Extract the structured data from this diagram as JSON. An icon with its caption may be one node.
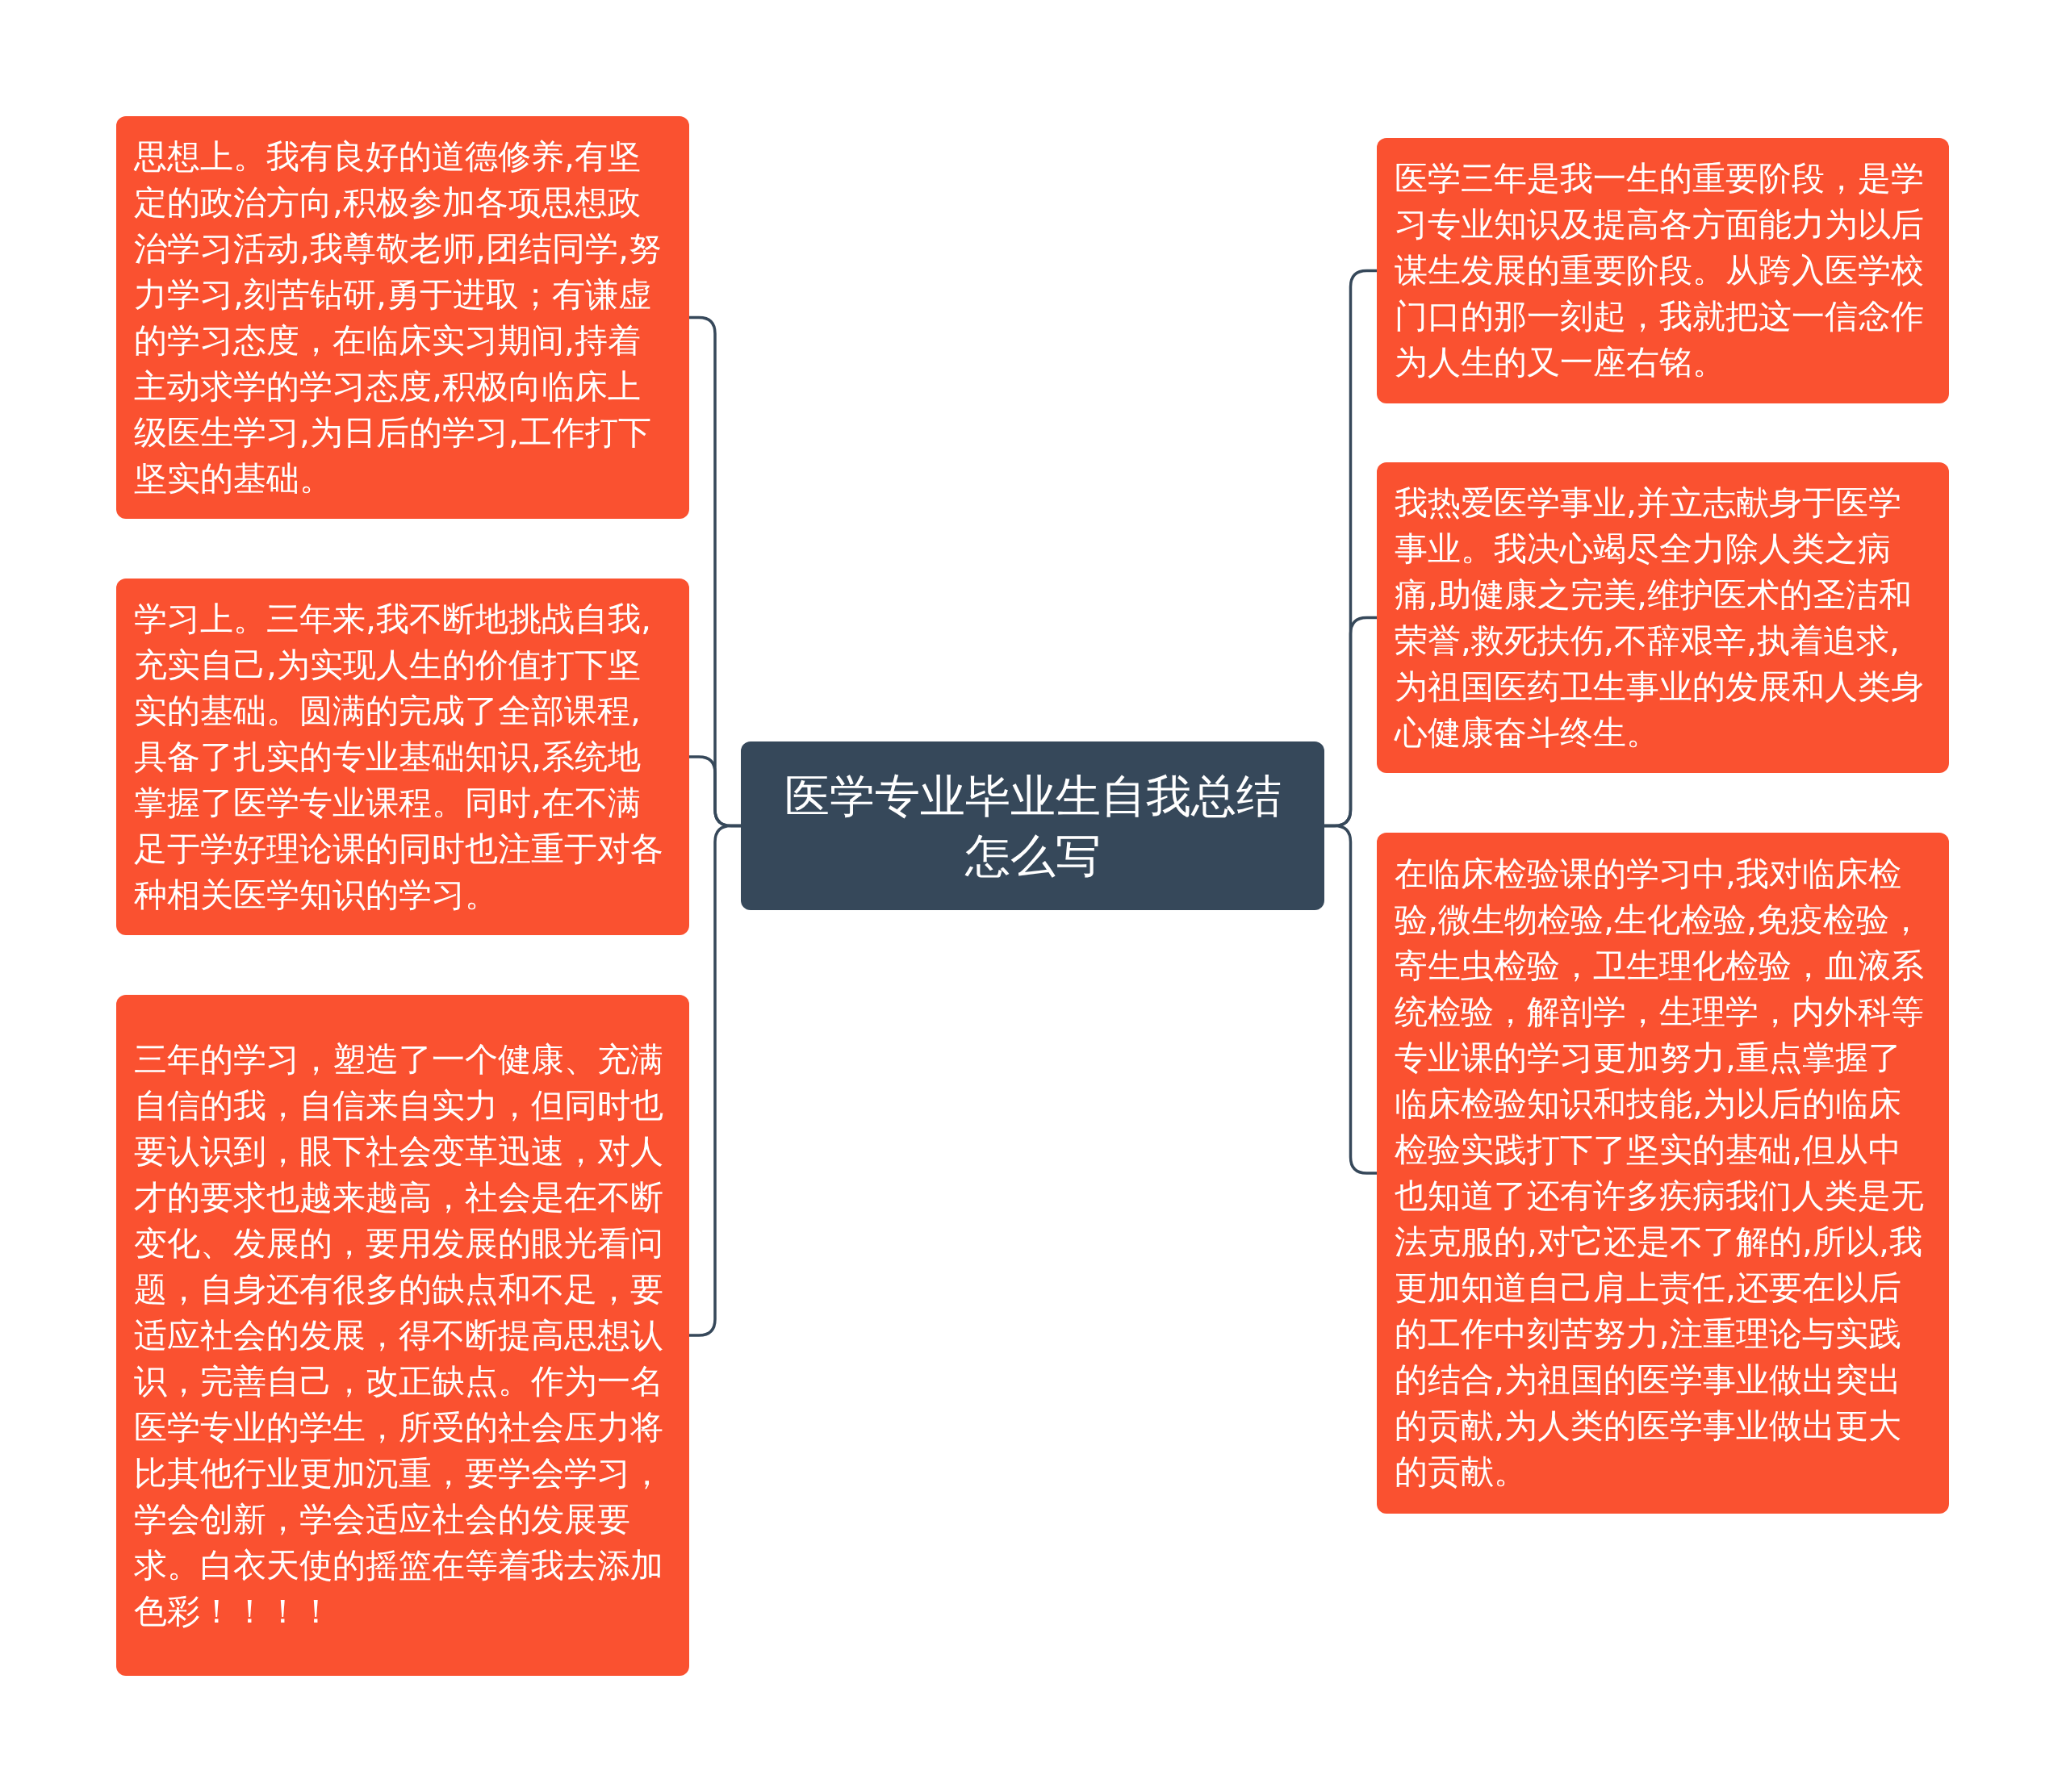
{
  "diagram": {
    "nodes": [
      {
        "text": [
          "医学专业毕业生自我总结怎么写"
        ]
      },
      {
        "text": [
          "思想上。我有良好的道德修养,有坚定的政治方向,积极参加各项思想政治学习活动,我尊敬老师,团结同学,努力学习,刻苦钻研,勇于进取；有谦虚的学习态度，在临床实习期间,持着主动求学的学习态度,积极向临床上级医生学习,为日后的学习,工作打下坚实的基础。"
        ]
      },
      {
        "text": [
          "学习上。三年来,我不断地挑战自我,充实自己,为实现人生的价值打下坚实的基础。圆满的完成了全部课程,具备了扎实的专业基础知识,系统地掌握了医学专业课程。同时,在不满足于学好理论课的同时也注重于对各种相关医学知识的学习。"
        ]
      },
      {
        "text": [
          "三年的学习，塑造了一个健康、充满自信的我，自信来自实力，但同时也要认识到，眼下社会变革迅速，对人才的要求也越来越高，社会是在不断变化、发展的，要用发展的眼光看问题，自身还有很多的缺点和不足，要适应社会的发展，得不断提高思想认识，完善自己，改正缺点。作为一名医学专业的学生，所受的社会压力将比其他行业更加沉重，要学会学习，学会创新，学会适应社会的发展要求。白衣天使的摇篮在等着我去添加色彩！！！！"
        ]
      },
      {
        "text": [
          "医学三年是我一生的重要阶段，是学习专业知识及提高各方面能力为以后谋生发展的重要阶段。从跨入医学校门口的那一刻起，我就把这一信念作为人生的又一座右铭。"
        ]
      },
      {
        "text": [
          "我热爱医学事业,并立志献身于医学事业。我决心竭尽全力除人类之病痛,助健康之完美,维护医术的圣洁和荣誉,救死扶伤,不辞艰辛,执着追求,为祖国医药卫生事业的发展和人类身心健康奋斗终生。"
        ]
      },
      {
        "text": [
          "在临床检验课的学习中,我对临床检验,微生物检验,生化检验,免疫检验，寄生虫检验，卫生理化检验，血液系统检验，解剖学，生理学，内外科等专业课的学习更加努力,重点掌握了临床检验知识和技能,为以后的临床检验实践打下了坚实的基础,但从中也知道了还有许多疾病我们人类是无法克服的,对它还是不了解的,所以,我更加知道自己肩上责任,还要在以后的工作中刻苦努力,注重理论与实践的结合,为祖国的医学事业做出突出的贡献,为人类的医学事业做出更大的贡献。"
        ]
      }
    ],
    "edges": [
      {
        "from": 0,
        "to": 1,
        "arrow": "none"
      },
      {
        "from": 0,
        "to": 2,
        "arrow": "none"
      },
      {
        "from": 0,
        "to": 3,
        "arrow": "none"
      },
      {
        "from": 0,
        "to": 4,
        "arrow": "none"
      },
      {
        "from": 0,
        "to": 5,
        "arrow": "none"
      },
      {
        "from": 0,
        "to": 6,
        "arrow": "none"
      }
    ]
  }
}
